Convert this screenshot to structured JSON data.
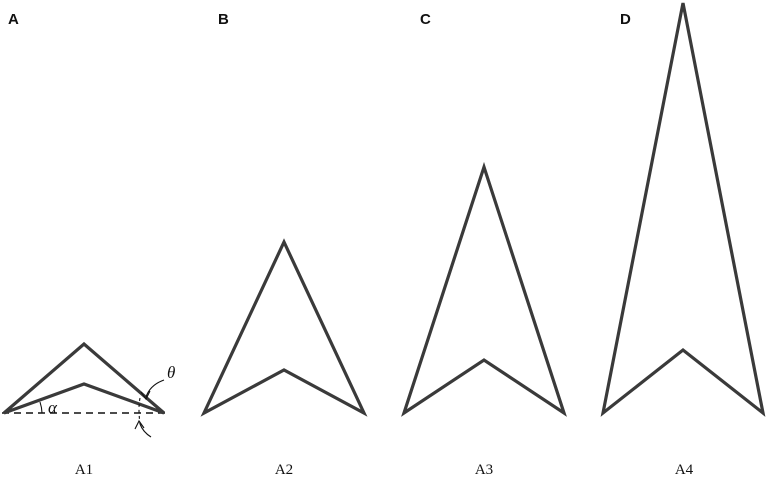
{
  "panels": [
    {
      "letter": "A",
      "caption": "A1"
    },
    {
      "letter": "B",
      "caption": "A2"
    },
    {
      "letter": "C",
      "caption": "A3"
    },
    {
      "letter": "D",
      "caption": "A4"
    }
  ],
  "angle_labels": {
    "alpha": "α",
    "theta": "θ"
  },
  "colors": {
    "outline": "#3a3a3a",
    "text": "#111111",
    "background": "#ffffff"
  }
}
